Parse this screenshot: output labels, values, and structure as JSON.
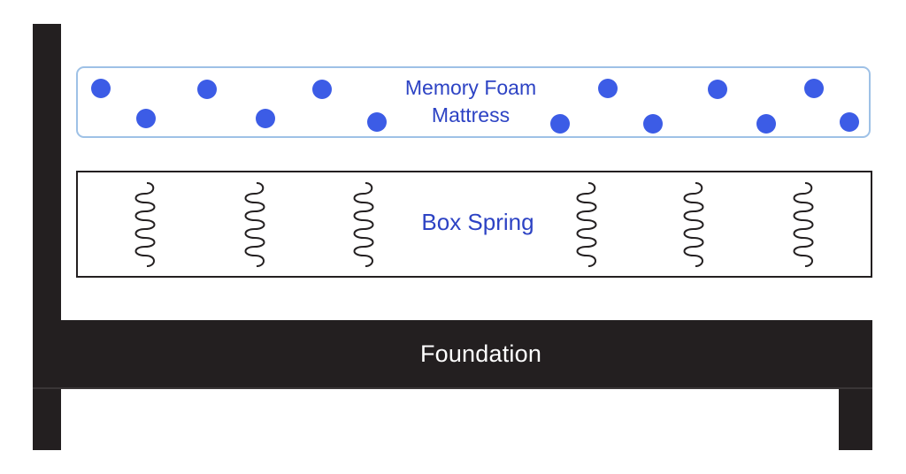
{
  "layers": {
    "mattress": {
      "label_line1": "Memory Foam",
      "label_line2": "Mattress",
      "dot_color": "#3c5ce6",
      "border_color": "#9ec1e6"
    },
    "box_spring": {
      "label": "Box Spring",
      "coil_count": 6
    },
    "foundation": {
      "label": "Foundation",
      "color": "#231f20"
    }
  },
  "colors": {
    "label_text": "#2d43c4",
    "frame": "#231f20"
  }
}
